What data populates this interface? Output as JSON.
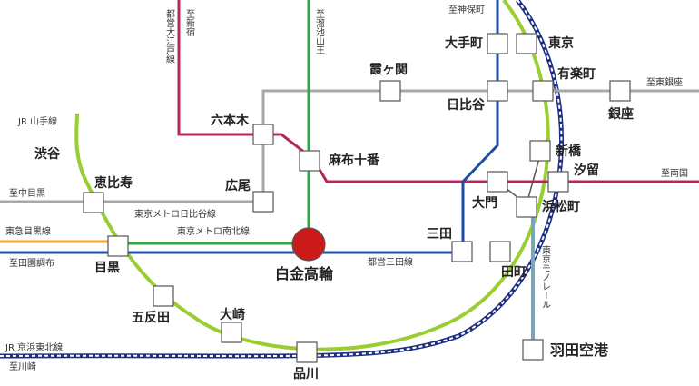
{
  "colors": {
    "background": "#ffffff",
    "yamanote": "#9acd32",
    "toei_oedo": "#b5275c",
    "toei_mita": "#1f4fa0",
    "metro_namboku": "#2aa845",
    "metro_hibiya": "#a8a8a8",
    "toei_asakusa": "#a2185b",
    "keihin_tohoku": "#1f2f80",
    "tokyu_meguro": "#f5a623",
    "tokyo_monorail": "#7aa6b8",
    "hub_fill": "#cc1a1a"
  },
  "stations": {
    "shirokanetakanawa": "白金高輪",
    "roppongi": "六本木",
    "azabujuban": "麻布十番",
    "hiroo": "広尾",
    "kasumigaseki": "霞ヶ関",
    "hibiya": "日比谷",
    "otemachi": "大手町",
    "tokyo": "東京",
    "yurakucho": "有楽町",
    "ginza": "銀座",
    "shimbashi": "新橋",
    "shiodome": "汐留",
    "daimon": "大門",
    "hamamatsucho": "浜松町",
    "mita": "三田",
    "tamachi": "田町",
    "shibuya": "渋谷",
    "ebisu": "恵比寿",
    "meguro": "目黒",
    "gotanda": "五反田",
    "osaki": "大崎",
    "shinagawa": "品川",
    "haneda": "羽田空港"
  },
  "lines": {
    "yamanote": "JR 山手線",
    "hibiya": "東京メトロ日比谷線",
    "namboku": "東京メトロ南北線",
    "mita": "都営三田線",
    "tokyu_meguro": "東急目黒線",
    "keihin_tohoku": "JR 京浜東北線",
    "oedo": "都営大江戸線",
    "monorail": "東京モノレール"
  },
  "directions": {
    "shinjuku": "至新宿",
    "tameike_sanno": "至溜池山王",
    "jimbocho": "至神保町",
    "higashi_ginza": "至東銀座",
    "ryogoku": "至両国",
    "naka_meguro": "至中目黒",
    "den_en_chofu": "至田園調布",
    "kawasaki": "至川崎"
  }
}
